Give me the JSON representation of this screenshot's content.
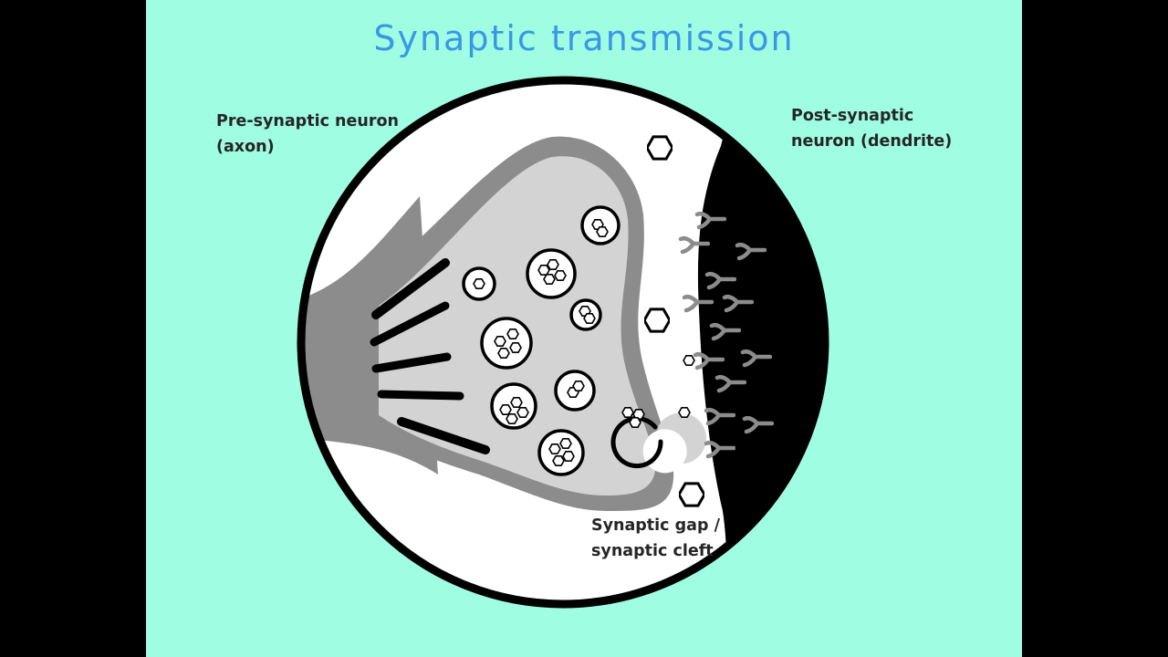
{
  "slide": {
    "title": "Synaptic transmission",
    "labels": {
      "presynaptic": [
        "Pre-synaptic neuron",
        "(axon)"
      ],
      "postsynaptic": [
        "Post-synaptic",
        "neuron (dendrite)"
      ],
      "cleft": [
        "Synaptic gap /",
        "synaptic cleft"
      ]
    }
  },
  "colors": {
    "background": "#9ffde2",
    "title": "#3a97e6",
    "terminal_membrane": "#8c8c8c",
    "terminal_fill": "#d3d3d3",
    "dendrite": "#000000",
    "receptor": "#8c8c8c"
  },
  "icons": [
    "neurotransmitter-hexagon-icon",
    "receptor-icon",
    "vesicle-icon"
  ]
}
